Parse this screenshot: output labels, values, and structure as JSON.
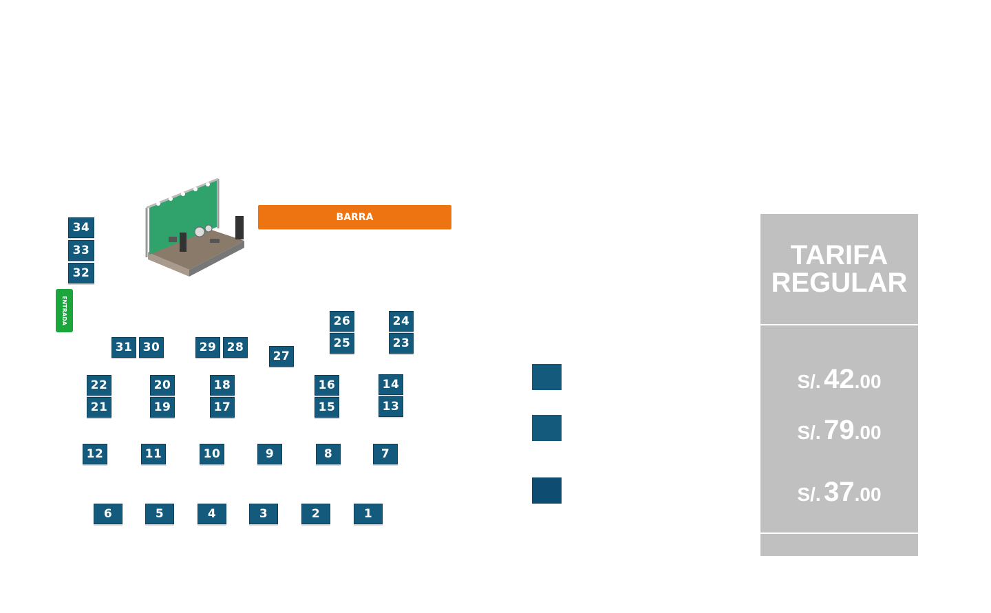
{
  "barra": "BARRA",
  "entrada": "ENTRADA",
  "tables": [
    "34",
    "33",
    "32",
    "31",
    "30",
    "29",
    "28",
    "27",
    "26",
    "25",
    "24",
    "23",
    "22",
    "21",
    "20",
    "19",
    "18",
    "17",
    "16",
    "15",
    "14",
    "13",
    "12",
    "11",
    "10",
    "9",
    "8",
    "7",
    "6",
    "5",
    "4",
    "3",
    "2",
    "1"
  ],
  "price_panel": {
    "title_line1": "TARIFA",
    "title_line2": "REGULAR",
    "prices": [
      {
        "currency": "S/.",
        "amount": "42",
        "cents": ".00"
      },
      {
        "currency": "S/.",
        "amount": "79",
        "cents": ".00"
      },
      {
        "currency": "S/.",
        "amount": "37",
        "cents": ".00"
      }
    ]
  },
  "colors": {
    "table": "#135a7c",
    "barra": "#ee7411",
    "entrada": "#1aa63a",
    "panel": "#c0c0c0"
  }
}
